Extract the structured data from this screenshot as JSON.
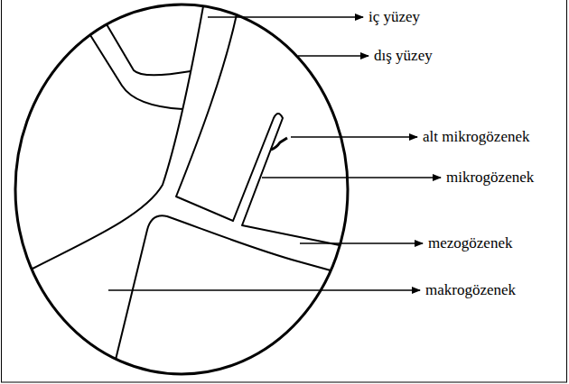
{
  "diagram": {
    "labels": [
      "iç yüzey",
      "dış yüzey",
      "alt mikrogözenek",
      "mikrogözenek",
      "mezogözenek",
      "makrogözenek"
    ]
  }
}
